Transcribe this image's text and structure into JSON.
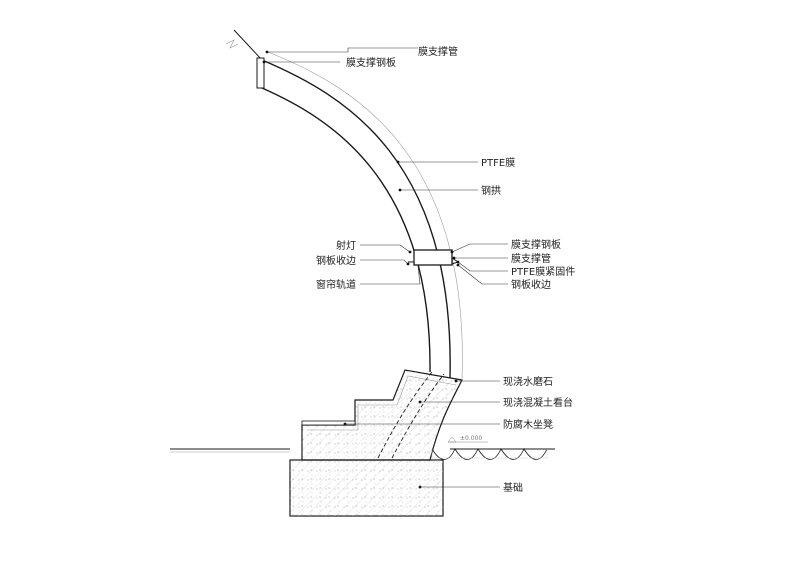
{
  "labels": {
    "membrane_tube_top": "膜支撑管",
    "membrane_plate_top": "膜支撑钢板",
    "ptfe": "PTFE膜",
    "steel_arch": "钢拱",
    "membrane_plate_mid": "膜支撑钢板",
    "membrane_tube_mid": "膜支撑管",
    "ptfe_fastener": "PTFE膜紧固件",
    "steel_edge_right": "钢板收边",
    "spotlight": "射灯",
    "steel_edge_left": "钢板收边",
    "curtain_track": "窗帘轨道",
    "terrazzo": "现浇水磨石",
    "concrete_stand": "现浇混凝土看台",
    "wood_bench": "防腐木坐凳",
    "foundation": "基础",
    "elevation": "±0.000"
  },
  "colors": {
    "line": "#1a1a1a",
    "hatch": "#b0b0b0",
    "text": "#222222"
  }
}
